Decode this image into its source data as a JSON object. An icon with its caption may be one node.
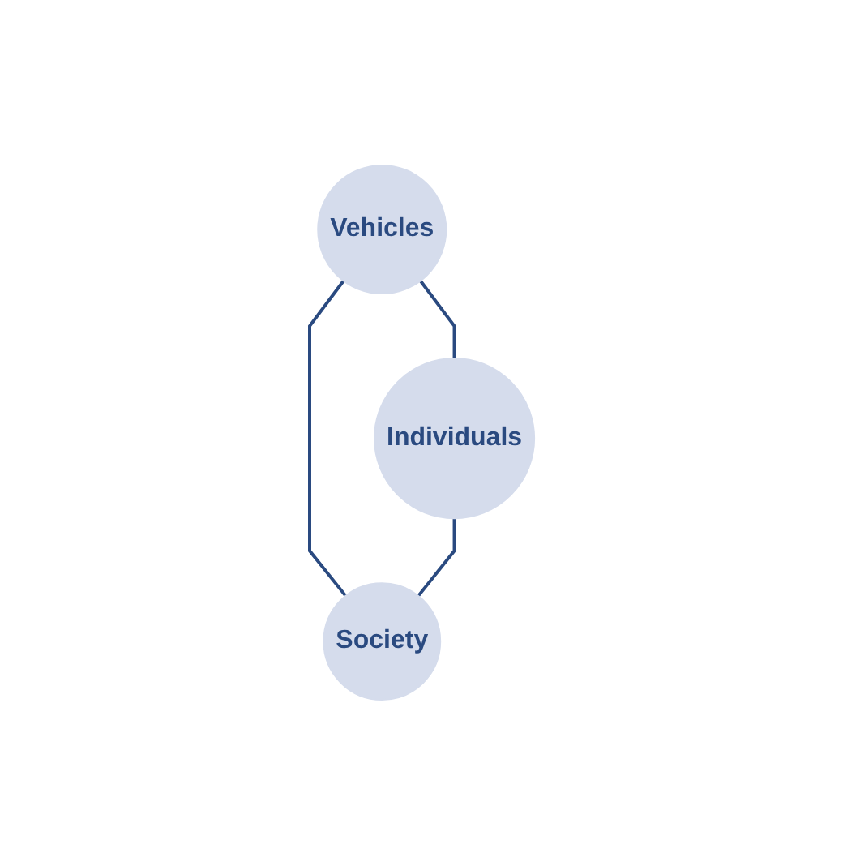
{
  "diagram": {
    "nodes": [
      {
        "text": [
          "Vehicles"
        ]
      },
      {
        "text": [
          "Individuals"
        ]
      },
      {
        "text": [
          "Society"
        ]
      }
    ],
    "edges": [
      {
        "from": 0,
        "to": 1,
        "arrow": "none"
      },
      {
        "from": 0,
        "to": 2,
        "arrow": "none"
      },
      {
        "from": 1,
        "to": 2,
        "arrow": "none"
      }
    ]
  }
}
